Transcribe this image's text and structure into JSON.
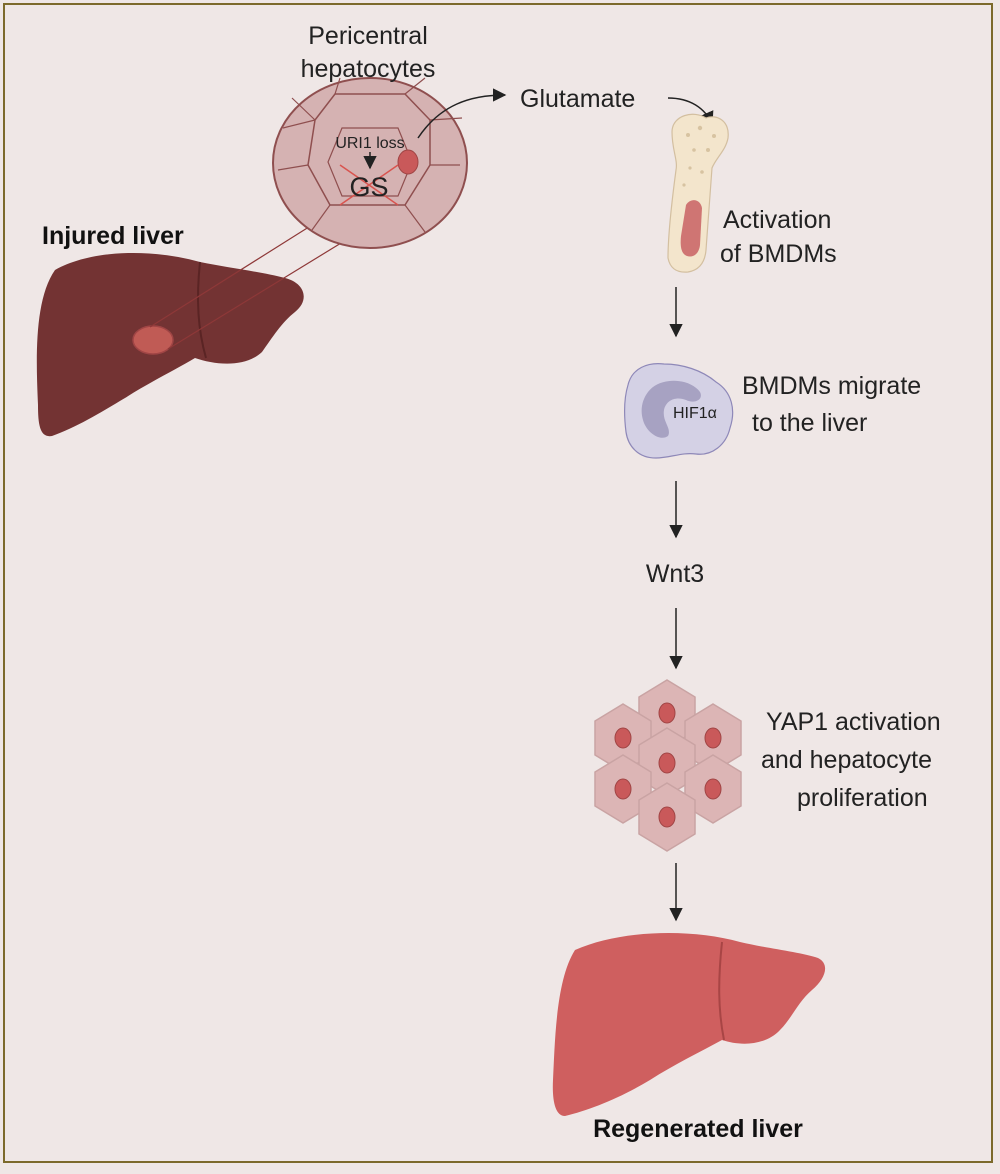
{
  "labels": {
    "pericentral_line1": "Pericentral",
    "pericentral_line2": "hepatocytes",
    "uri1_loss": "URI1 loss",
    "gs": "GS",
    "glutamate": "Glutamate",
    "injured_liver": "Injured liver",
    "activation_line1": "Activation",
    "activation_line2": "of BMDMs",
    "bmdm_migrate_line1": "BMDMs migrate",
    "bmdm_migrate_line2": "to the liver",
    "hif1a": "HIF1α",
    "wnt3": "Wnt3",
    "yap1_line1": "YAP1 activation",
    "yap1_line2": "and hepatocyte",
    "yap1_line3": "proliferation",
    "regenerated_liver": "Regenerated liver"
  },
  "colors": {
    "background": "#efe7e6",
    "frame": "#7c6a2c",
    "injured_liver": "#733333",
    "regenerated_liver": "#cf5f5f",
    "lobule_fill": "#d5b2b2",
    "cell_fill": "#dcb5b5",
    "nucleus": "#c9595a",
    "bone": "#f3e5cc",
    "marrow": "#cf7573",
    "macrophage": "#d4d1e5",
    "macrophage_nucleus": "#a7a2c2",
    "cross": "#d8544f",
    "arrow": "#222222"
  }
}
